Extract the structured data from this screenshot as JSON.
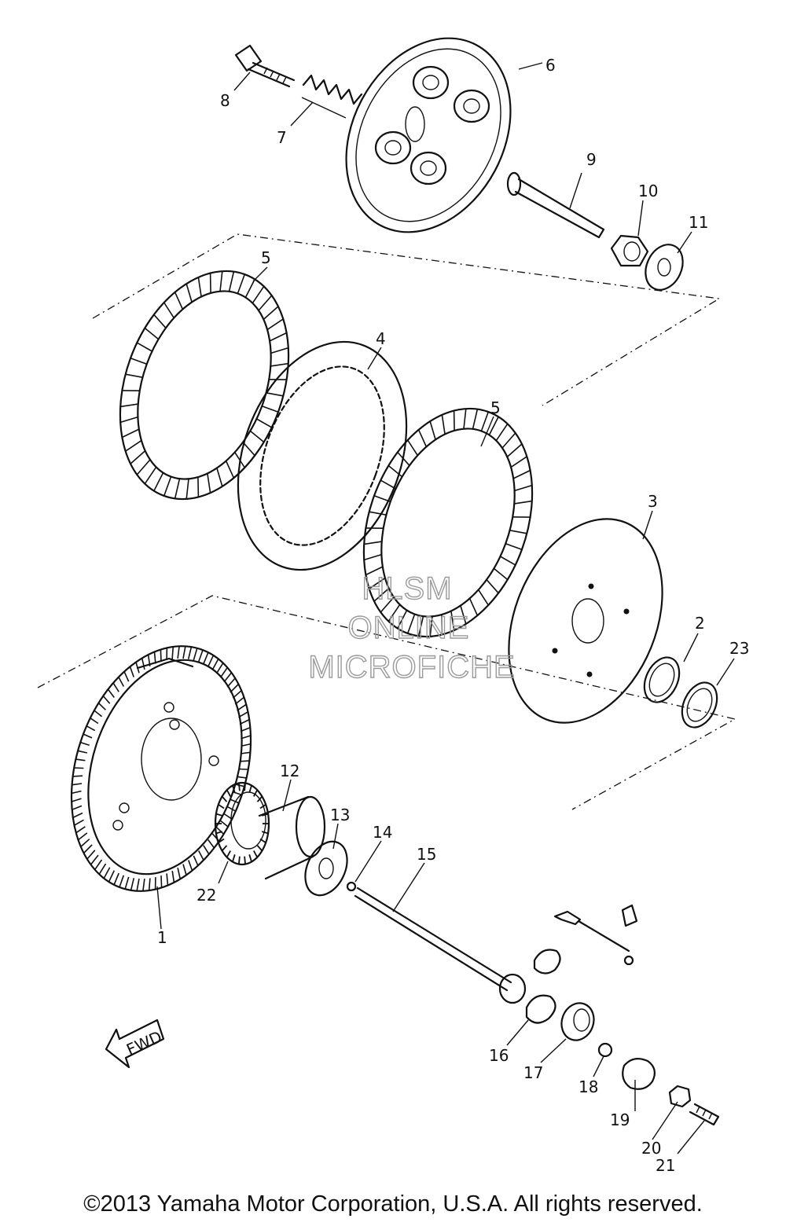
{
  "callouts": [
    {
      "id": "part-6",
      "label": "6"
    },
    {
      "id": "part-8",
      "label": "8"
    },
    {
      "id": "part-7",
      "label": "7"
    },
    {
      "id": "part-9",
      "label": "9"
    },
    {
      "id": "part-10",
      "label": "10"
    },
    {
      "id": "part-11",
      "label": "11"
    },
    {
      "id": "part-5a",
      "label": "5"
    },
    {
      "id": "part-4",
      "label": "4"
    },
    {
      "id": "part-5b",
      "label": "5"
    },
    {
      "id": "part-3",
      "label": "3"
    },
    {
      "id": "part-2",
      "label": "2"
    },
    {
      "id": "part-23",
      "label": "23"
    },
    {
      "id": "part-12",
      "label": "12"
    },
    {
      "id": "part-13",
      "label": "13"
    },
    {
      "id": "part-14",
      "label": "14"
    },
    {
      "id": "part-15",
      "label": "15"
    },
    {
      "id": "part-22",
      "label": "22"
    },
    {
      "id": "part-1",
      "label": "1"
    },
    {
      "id": "part-16",
      "label": "16"
    },
    {
      "id": "part-17",
      "label": "17"
    },
    {
      "id": "part-18",
      "label": "18"
    },
    {
      "id": "part-19",
      "label": "19"
    },
    {
      "id": "part-20",
      "label": "20"
    },
    {
      "id": "part-21",
      "label": "21"
    }
  ],
  "fwd_arrow": {
    "label": "FWD"
  },
  "watermark": {
    "line1": "HLSM",
    "line2": "ONLINE",
    "line3": "MICROFICHE"
  },
  "copyright": "©2013 Yamaha Motor Corporation, U.S.A. All rights reserved."
}
